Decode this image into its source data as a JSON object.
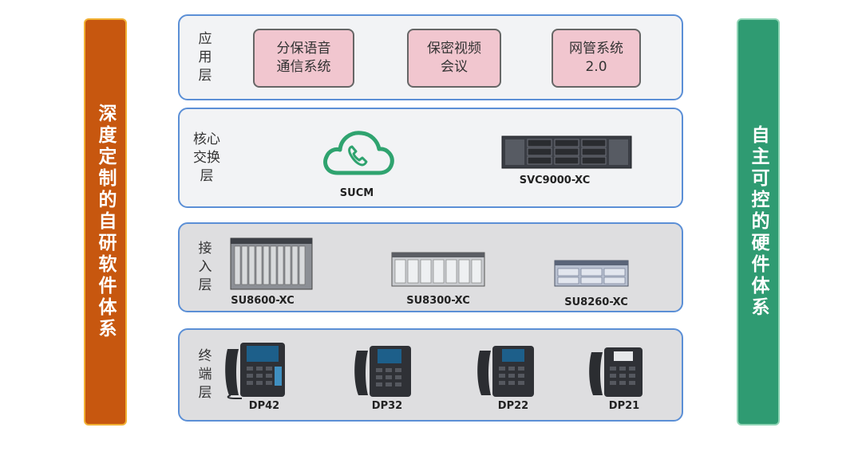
{
  "left_bar": {
    "text": "深度定制的自研软件体系",
    "color": "#c7570f"
  },
  "right_bar": {
    "text": "自主可控的硬件体系",
    "color": "#2f9b72"
  },
  "layers": {
    "application": {
      "title": "应\n用\n层",
      "boxes": [
        "分保语音\n通信系统",
        "保密视频\n会议",
        "网管系统\n2.0"
      ]
    },
    "core": {
      "title": "核心\n交换\n层",
      "devices": [
        "SUCM",
        "SVC9000-XC"
      ]
    },
    "access": {
      "title": "接\n入\n层",
      "devices": [
        "SU8600-XC",
        "SU8300-XC",
        "SU8260-XC"
      ]
    },
    "terminal": {
      "title": "终\n端\n层",
      "devices": [
        "DP42",
        "DP32",
        "DP22",
        "DP21"
      ]
    }
  },
  "icons": {
    "cloud": "cloud-phone-icon",
    "server": "rack-server-icon",
    "chassis": "access-chassis-icon",
    "phone": "desk-phone-icon"
  }
}
